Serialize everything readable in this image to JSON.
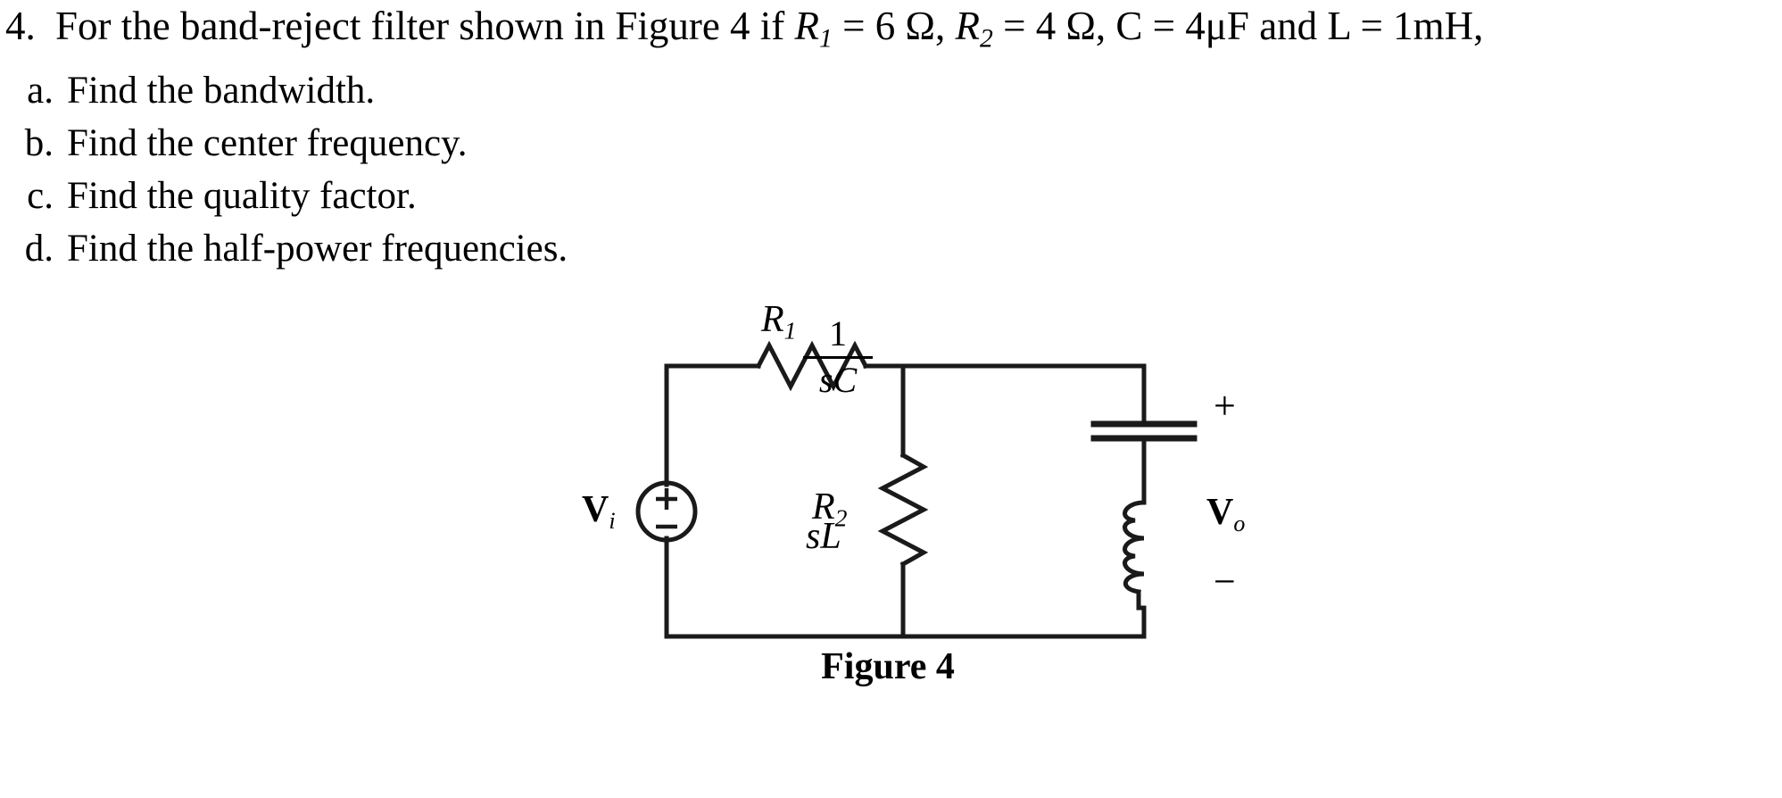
{
  "problem": {
    "number": "4.",
    "intro_before_math": "For the band-reject filter shown in Figure 4 if ",
    "r1_symbol": "R",
    "r1_sub": "1",
    "r1_eq": " = 6 Ω, ",
    "r2_symbol": "R",
    "r2_sub": "2",
    "r2_eq": " = 4 Ω, ",
    "c_symbol": "C",
    "c_eq": " = 4μF ",
    "and_text": "and ",
    "l_symbol": "L",
    "l_eq": " = 1mH,",
    "full_text": "4. For the band-reject filter shown in Figure 4 if R1 = 6 Ω, R2 = 4 Ω, C = 4μF and L = 1mH,"
  },
  "sub_items": [
    {
      "letter": "a.",
      "text": "Find the bandwidth."
    },
    {
      "letter": "b.",
      "text": "Find the center frequency."
    },
    {
      "letter": "c.",
      "text": "Find the quality factor."
    },
    {
      "letter": "d.",
      "text": "Find the half-power frequencies."
    }
  ],
  "figure": {
    "caption": "Figure 4",
    "labels": {
      "r1": {
        "symbol": "R",
        "sub": "1"
      },
      "r2": {
        "symbol": "R",
        "sub": "2"
      },
      "capacitor_numerator": "1",
      "capacitor_denominator": "sC",
      "inductor": "sL",
      "source": {
        "symbol": "V",
        "sub": "i"
      },
      "output": {
        "symbol": "V",
        "sub": "o"
      },
      "source_plus": "+",
      "source_minus": "−",
      "output_plus": "+",
      "output_minus": "−"
    }
  },
  "colors": {
    "ink": "#1a1a1a",
    "background": "#ffffff"
  }
}
